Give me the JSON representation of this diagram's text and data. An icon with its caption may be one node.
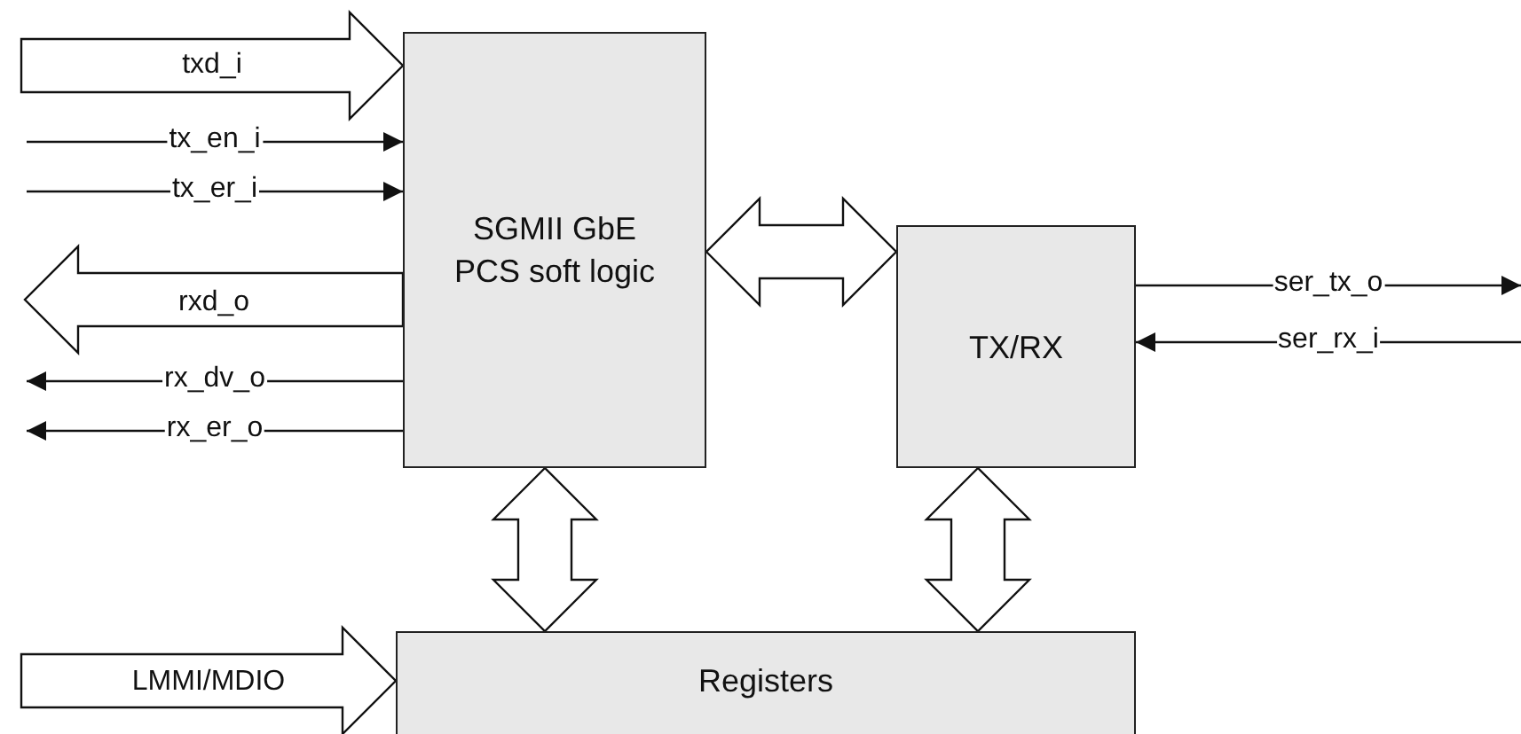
{
  "diagram": {
    "nodes": [
      {
        "text": [
          "SGMII GbE PCS soft logic"
        ]
      },
      {
        "text": [
          "TX/RX"
        ]
      },
      {
        "text": [
          "Registers"
        ]
      }
    ],
    "edges": [
      {
        "from": null,
        "to": 0,
        "arrow": "to",
        "label": "txd_i",
        "style": "thick"
      },
      {
        "from": null,
        "to": 0,
        "arrow": "to",
        "label": "tx_en_i"
      },
      {
        "from": null,
        "to": 0,
        "arrow": "to",
        "label": "tx_er_i"
      },
      {
        "from": 0,
        "to": null,
        "arrow": "to",
        "label": "rxd_o",
        "style": "thick"
      },
      {
        "from": 0,
        "to": null,
        "arrow": "to",
        "label": "rx_dv_o"
      },
      {
        "from": 0,
        "to": null,
        "arrow": "to",
        "label": "rx_er_o"
      },
      {
        "from": 0,
        "to": 1,
        "arrow": "both",
        "style": "thick"
      },
      {
        "from": 1,
        "to": null,
        "arrow": "to",
        "label": "ser_tx_o"
      },
      {
        "from": null,
        "to": 1,
        "arrow": "to",
        "label": "ser_rx_i"
      },
      {
        "from": 0,
        "to": 2,
        "arrow": "both",
        "style": "thick"
      },
      {
        "from": 1,
        "to": 2,
        "arrow": "both",
        "style": "thick"
      },
      {
        "from": null,
        "to": 2,
        "arrow": "to",
        "label": "LMMI/MDIO",
        "style": "thick"
      }
    ]
  }
}
